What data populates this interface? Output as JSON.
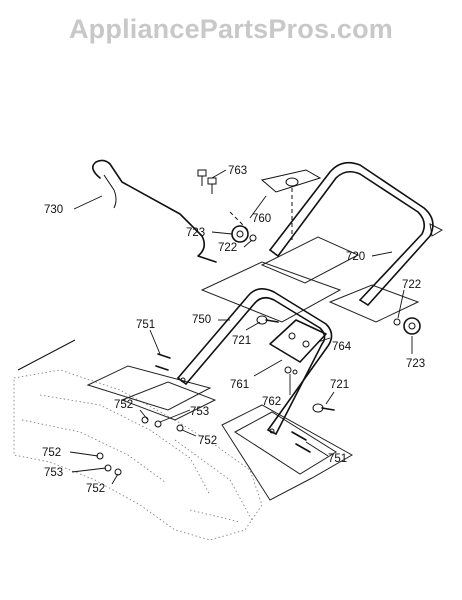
{
  "watermark": "AppliancePartsPros.com",
  "callouts": {
    "p763": "763",
    "p730": "730",
    "p760": "760",
    "p723a": "723",
    "p722a": "722",
    "p720": "720",
    "p722b": "722",
    "p723b": "723",
    "p751a": "751",
    "p750": "750",
    "p721a": "721",
    "p764": "764",
    "p761": "761",
    "p762": "762",
    "p721b": "721",
    "p752a": "752",
    "p753a": "753",
    "p752b": "752",
    "p751b": "751",
    "p752c": "752",
    "p753b": "753",
    "p752d": "752"
  }
}
